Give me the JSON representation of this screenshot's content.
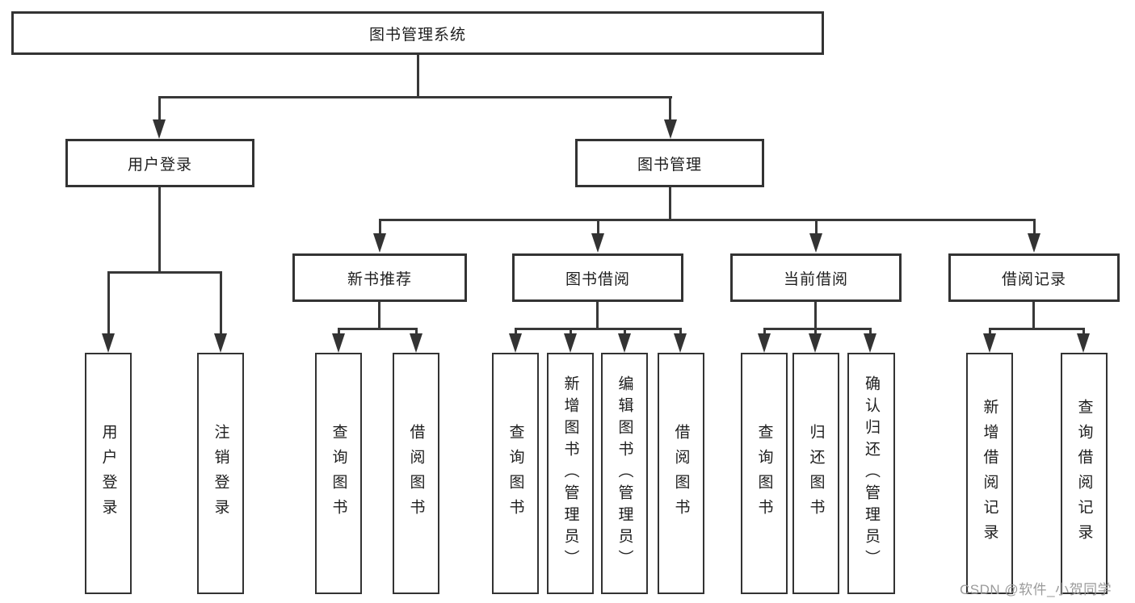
{
  "diagram": {
    "root": {
      "label": "图书管理系统"
    },
    "branches": [
      {
        "label": "用户登录",
        "children": [
          "用户登录",
          "注销登录"
        ]
      },
      {
        "label": "图书管理"
      }
    ],
    "modules": [
      {
        "label": "新书推荐",
        "children": [
          "查询图书",
          "借阅图书"
        ]
      },
      {
        "label": "图书借阅",
        "children": [
          "查询图书",
          "新增图书（管理员）",
          "编辑图书（管理员）",
          "借阅图书"
        ]
      },
      {
        "label": "当前借阅",
        "children": [
          "查询图书",
          "归还图书",
          "确认归还（管理员）"
        ]
      },
      {
        "label": "借阅记录",
        "children": [
          "新增借阅记录",
          "查询借阅记录"
        ]
      }
    ]
  },
  "colors": {
    "line": "#383838",
    "border": "#333333",
    "text": "#1e1e1e",
    "watermark_text_color": "#9b9b9b",
    "background": "#ffffff"
  },
  "watermark": {
    "text": "CSDN @软件_小贺同学"
  }
}
